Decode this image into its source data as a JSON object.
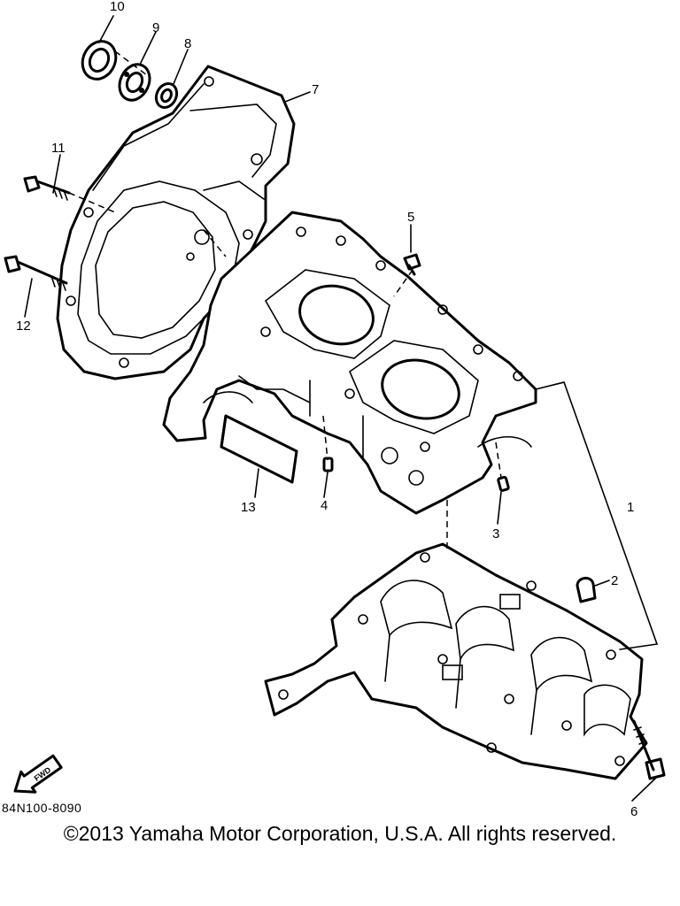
{
  "diagram": {
    "reference_code": "84N100-8090",
    "copyright": "©2013 Yamaha Motor Corporation, U.S.A. All rights reserved.",
    "front_arrow_label": "FWD",
    "callouts": [
      "1",
      "2",
      "3",
      "4",
      "5",
      "6",
      "7",
      "8",
      "9",
      "10",
      "11",
      "12",
      "13"
    ]
  }
}
